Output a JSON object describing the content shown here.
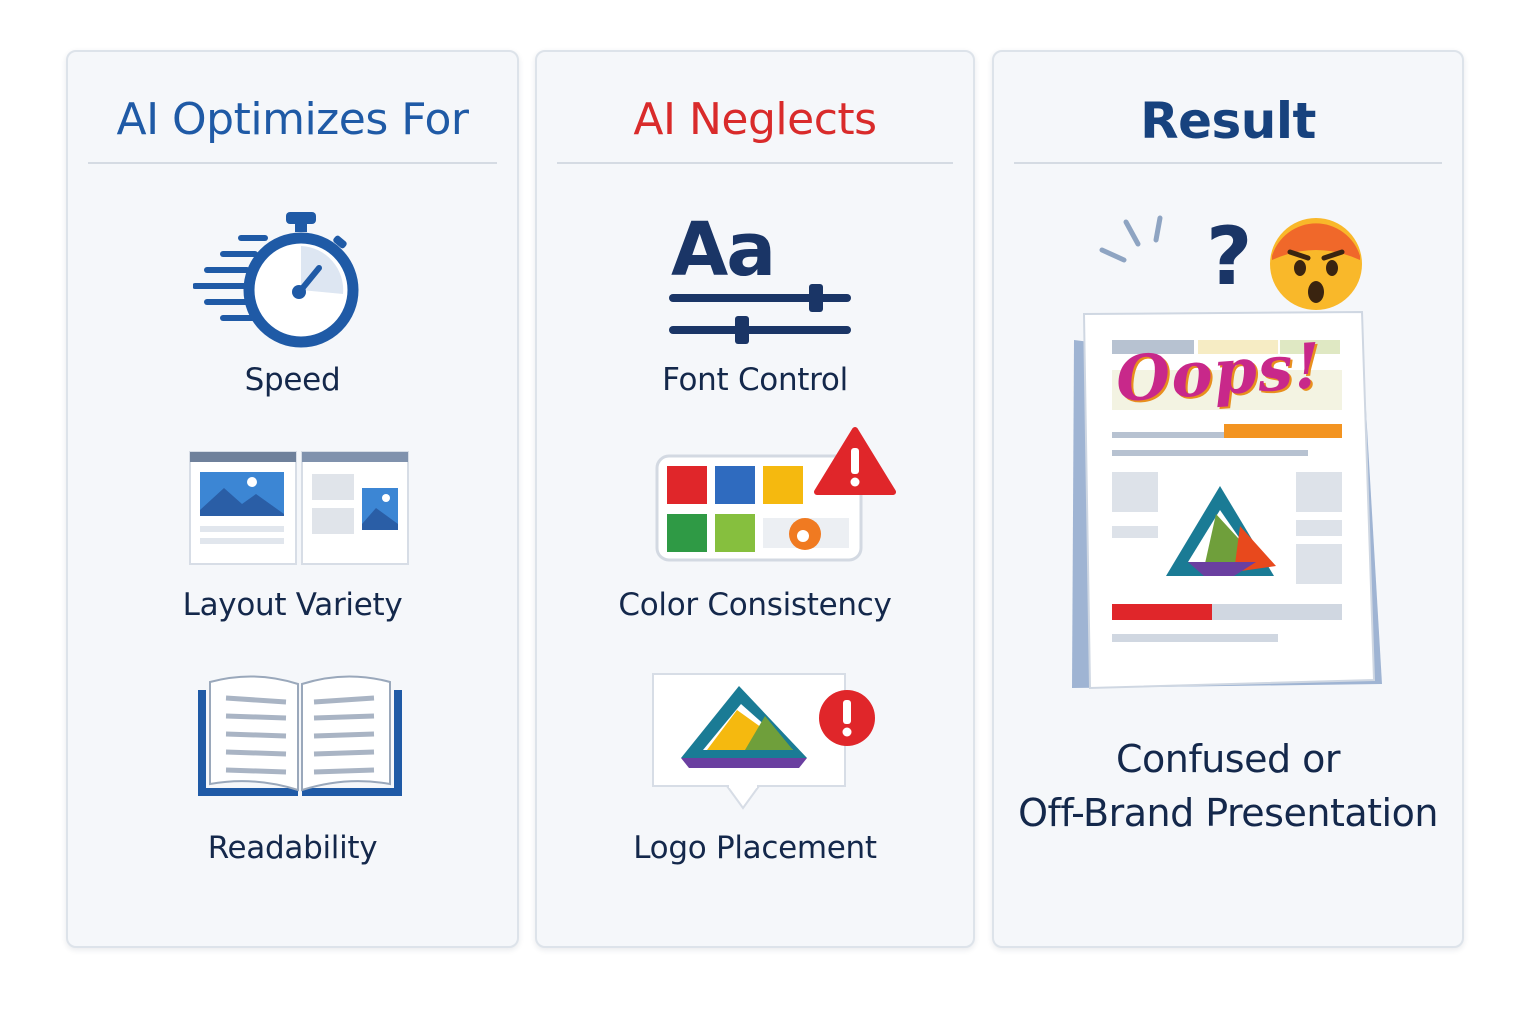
{
  "panels": {
    "optimizes": {
      "title": "AI Optimizes For",
      "items": [
        {
          "label": "Speed",
          "icon": "stopwatch-icon"
        },
        {
          "label": "Layout Variety",
          "icon": "layout-pages-icon"
        },
        {
          "label": "Readability",
          "icon": "open-book-icon"
        }
      ]
    },
    "neglects": {
      "title": "AI Neglects",
      "items": [
        {
          "label": "Font Control",
          "icon": "font-sliders-icon",
          "glyph": "Aa"
        },
        {
          "label": "Color Consistency",
          "icon": "color-palette-warning-icon"
        },
        {
          "label": "Logo Placement",
          "icon": "logo-alert-icon"
        }
      ]
    },
    "result": {
      "title": "Result",
      "question": "?",
      "oops": "Oops!",
      "label_line1": "Confused or",
      "label_line2": "Off-Brand Presentation"
    }
  },
  "colors": {
    "blue_title": "#1f5aa6",
    "red_title": "#d92b2b",
    "navy_text": "#14284b",
    "alert_red": "#e0262a"
  }
}
